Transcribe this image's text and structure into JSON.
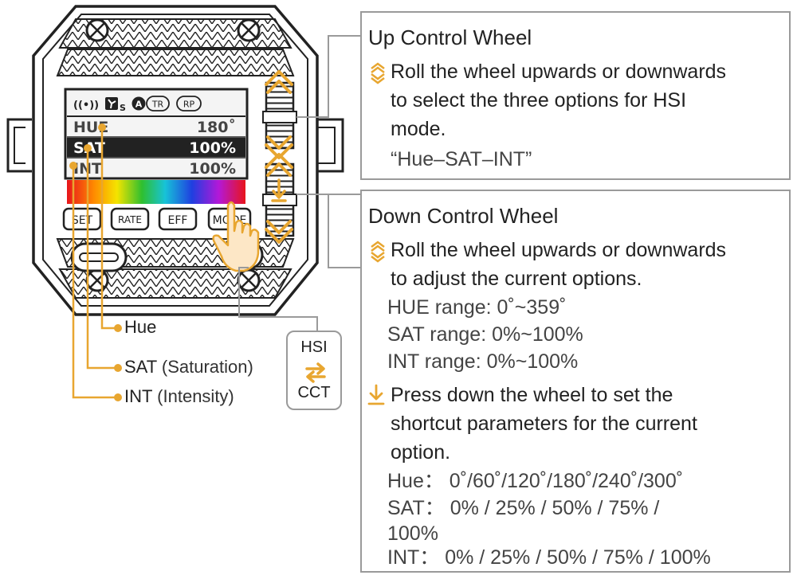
{
  "screen": {
    "status_icons": {
      "signal": "(•)",
      "fan_mode": "S",
      "a_badge": "A",
      "tr_badge": "TR",
      "rp_badge": "RP"
    },
    "rows": [
      {
        "label": "HUE",
        "value": "180˚",
        "selected": false
      },
      {
        "label": "SAT",
        "value": "100%",
        "selected": true
      },
      {
        "label": "INT",
        "value": "100%",
        "selected": false
      }
    ]
  },
  "buttons": [
    "SET",
    "RATE",
    "EFF",
    "MODE"
  ],
  "legend": {
    "hue": "Hue",
    "sat": "SAT",
    "sat_sub": "(Saturation)",
    "int": "INT",
    "int_sub": "(Intensity)"
  },
  "mode_switch": {
    "top": "HSI",
    "bottom": "CCT"
  },
  "up_wheel": {
    "title": "Up Control Wheel",
    "lines": [
      "Roll the wheel upwards or downwards",
      "to select the three options for HSI",
      "mode."
    ],
    "sequence": "“Hue–SAT–INT”"
  },
  "down_wheel": {
    "title": "Down Control Wheel",
    "roll_lines": [
      "Roll the wheel upwards or downwards",
      "to adjust the current options."
    ],
    "ranges": [
      "HUE range: 0˚~359˚",
      "SAT range: 0%~100%",
      "INT range: 0%~100%"
    ],
    "press_lines": [
      "Press down the wheel to  set the",
      "shortcut parameters for the current",
      "option."
    ],
    "presets": [
      "Hue：  0˚/60˚/120˚/180˚/240˚/300˚",
      "SAT：  0% / 25% / 50% / 75% /",
      "100%",
      "INT：  0% / 25% / 50% / 75% / 100%"
    ]
  },
  "colors": {
    "accent": "#e8a630",
    "outline": "#222222",
    "box_border": "#9a9a9a",
    "selected_row_bg": "#222222"
  }
}
